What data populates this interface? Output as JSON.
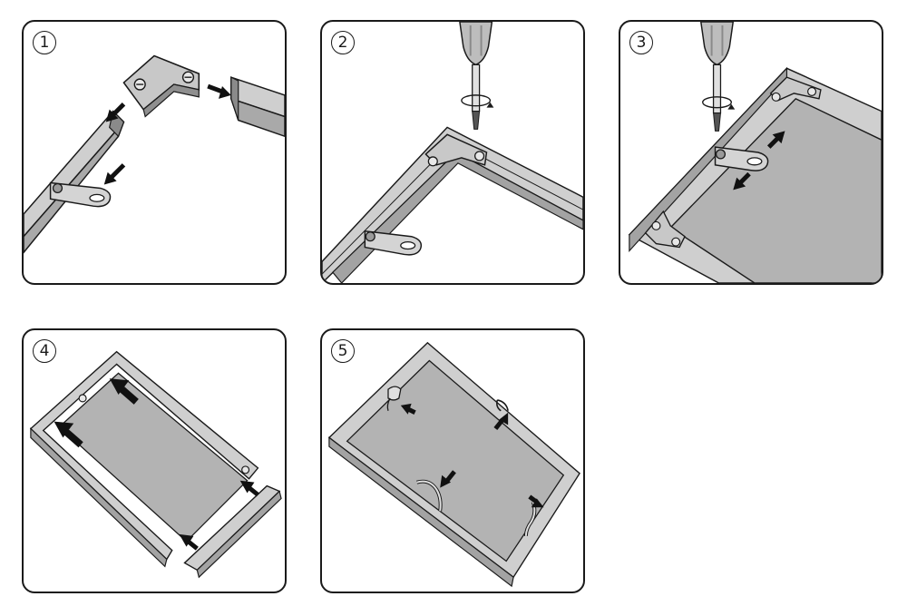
{
  "steps": [
    {
      "number": "1"
    },
    {
      "number": "2"
    },
    {
      "number": "3"
    },
    {
      "number": "4"
    },
    {
      "number": "5"
    }
  ],
  "colors": {
    "outline": "#1a1a1a",
    "profile_light": "#cfcfcf",
    "profile_mid": "#a9a9a9",
    "profile_dark": "#7e7e7e",
    "panel_gray": "#b3b3b3",
    "arrow": "#111111"
  },
  "icons": [
    "corner-connector-icon",
    "hanging-plate-icon",
    "screwdriver-icon",
    "rotation-icon",
    "arrow-icon",
    "hanger-clip-icon"
  ]
}
